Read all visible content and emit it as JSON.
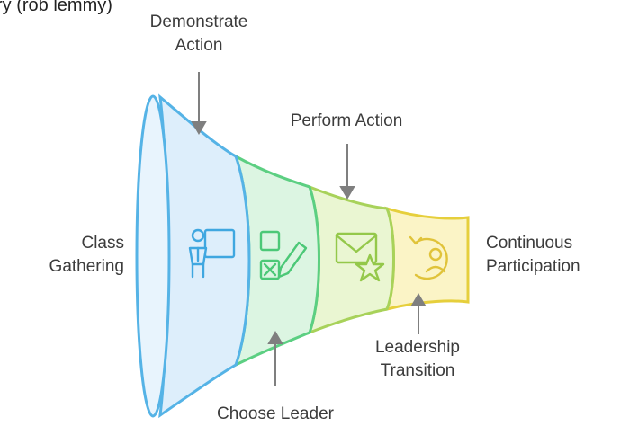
{
  "header": {
    "title_fragment": "ry (rob lemmy)"
  },
  "stages": [
    {
      "id": "demonstrate-action",
      "label_lines": [
        "Demonstrate",
        "Action"
      ],
      "icon": "teacher-board-icon",
      "fill": "#ddeefb",
      "stroke": "#55b3e6"
    },
    {
      "id": "choose-leader",
      "label_lines": [
        "Choose Leader"
      ],
      "icon": "checklist-pencil-icon",
      "fill": "#dcf5e2",
      "stroke": "#5ccf82"
    },
    {
      "id": "perform-action",
      "label_lines": [
        "Perform Action"
      ],
      "icon": "envelope-star-icon",
      "fill": "#eaf6d2",
      "stroke": "#a8d25a"
    },
    {
      "id": "leadership-transition",
      "label_lines": [
        "Leadership",
        "Transition"
      ],
      "icon": "rotate-person-icon",
      "fill": "#fbf4c6",
      "stroke": "#e6cf3c"
    }
  ],
  "start_label": [
    "Class",
    "Gathering"
  ],
  "end_label": [
    "Continuous",
    "Participation"
  ],
  "colors": {
    "arrow": "#7f7f7f",
    "text": "#3c3c3c"
  }
}
